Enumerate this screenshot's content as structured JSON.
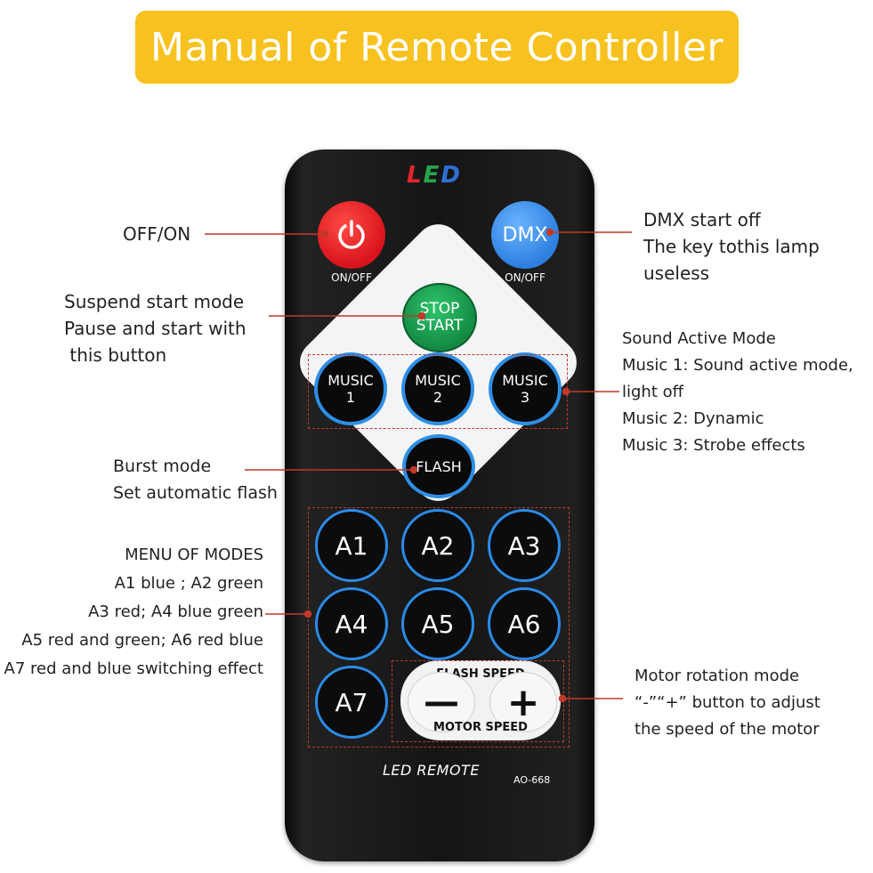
{
  "title": "Manual of Remote Controller",
  "remote": {
    "logo": {
      "l": "L",
      "e": "E",
      "d": "D"
    },
    "power_label": "ON/OFF",
    "dmx_text": "DMX",
    "dmx_label": "ON/OFF",
    "stop_line1": "STOP",
    "stop_line2": "START",
    "music_buttons": [
      {
        "line1": "MUSIC",
        "line2": "1"
      },
      {
        "line1": "MUSIC",
        "line2": "2"
      },
      {
        "line1": "MUSIC",
        "line2": "3"
      }
    ],
    "flash_text": "FLASH",
    "a_buttons": [
      "A1",
      "A2",
      "A3",
      "A4",
      "A5",
      "A6",
      "A7"
    ],
    "flash_speed": "FLASH SPEED",
    "motor_speed": "MOTOR SPEED",
    "minus": "—",
    "plus": "+",
    "name": "LED REMOTE",
    "model": "AO-668"
  },
  "annotations": {
    "off_on": "OFF/ON",
    "dmx": [
      "DMX start off",
      "The key tothis lamp",
      "useless"
    ],
    "suspend": [
      "Suspend start mode",
      "Pause and start with",
      " this button"
    ],
    "sound": [
      "Sound Active Mode",
      "Music 1: Sound active mode,",
      "light off",
      "Music 2: Dynamic",
      "Music 3: Strobe effects"
    ],
    "burst": [
      "Burst mode",
      "Set automatic flash"
    ],
    "menu": [
      "MENU OF MODES",
      "A1 blue ; A2 green",
      "A3 red; A4 blue green",
      "A5 red and green; A6 red blue",
      "A7 red and blue switching effect"
    ],
    "motor": [
      "Motor rotation mode",
      "“-”“+” button to adjust",
      "the speed of the motor"
    ]
  },
  "colors": {
    "banner": "#f7c21f",
    "pointer_line": "#c0392b",
    "power_button": "#e3262b",
    "dmx_button": "#2d7fe0",
    "stop_button": "#1fa85a",
    "button_ring": "#2e8fe6"
  }
}
